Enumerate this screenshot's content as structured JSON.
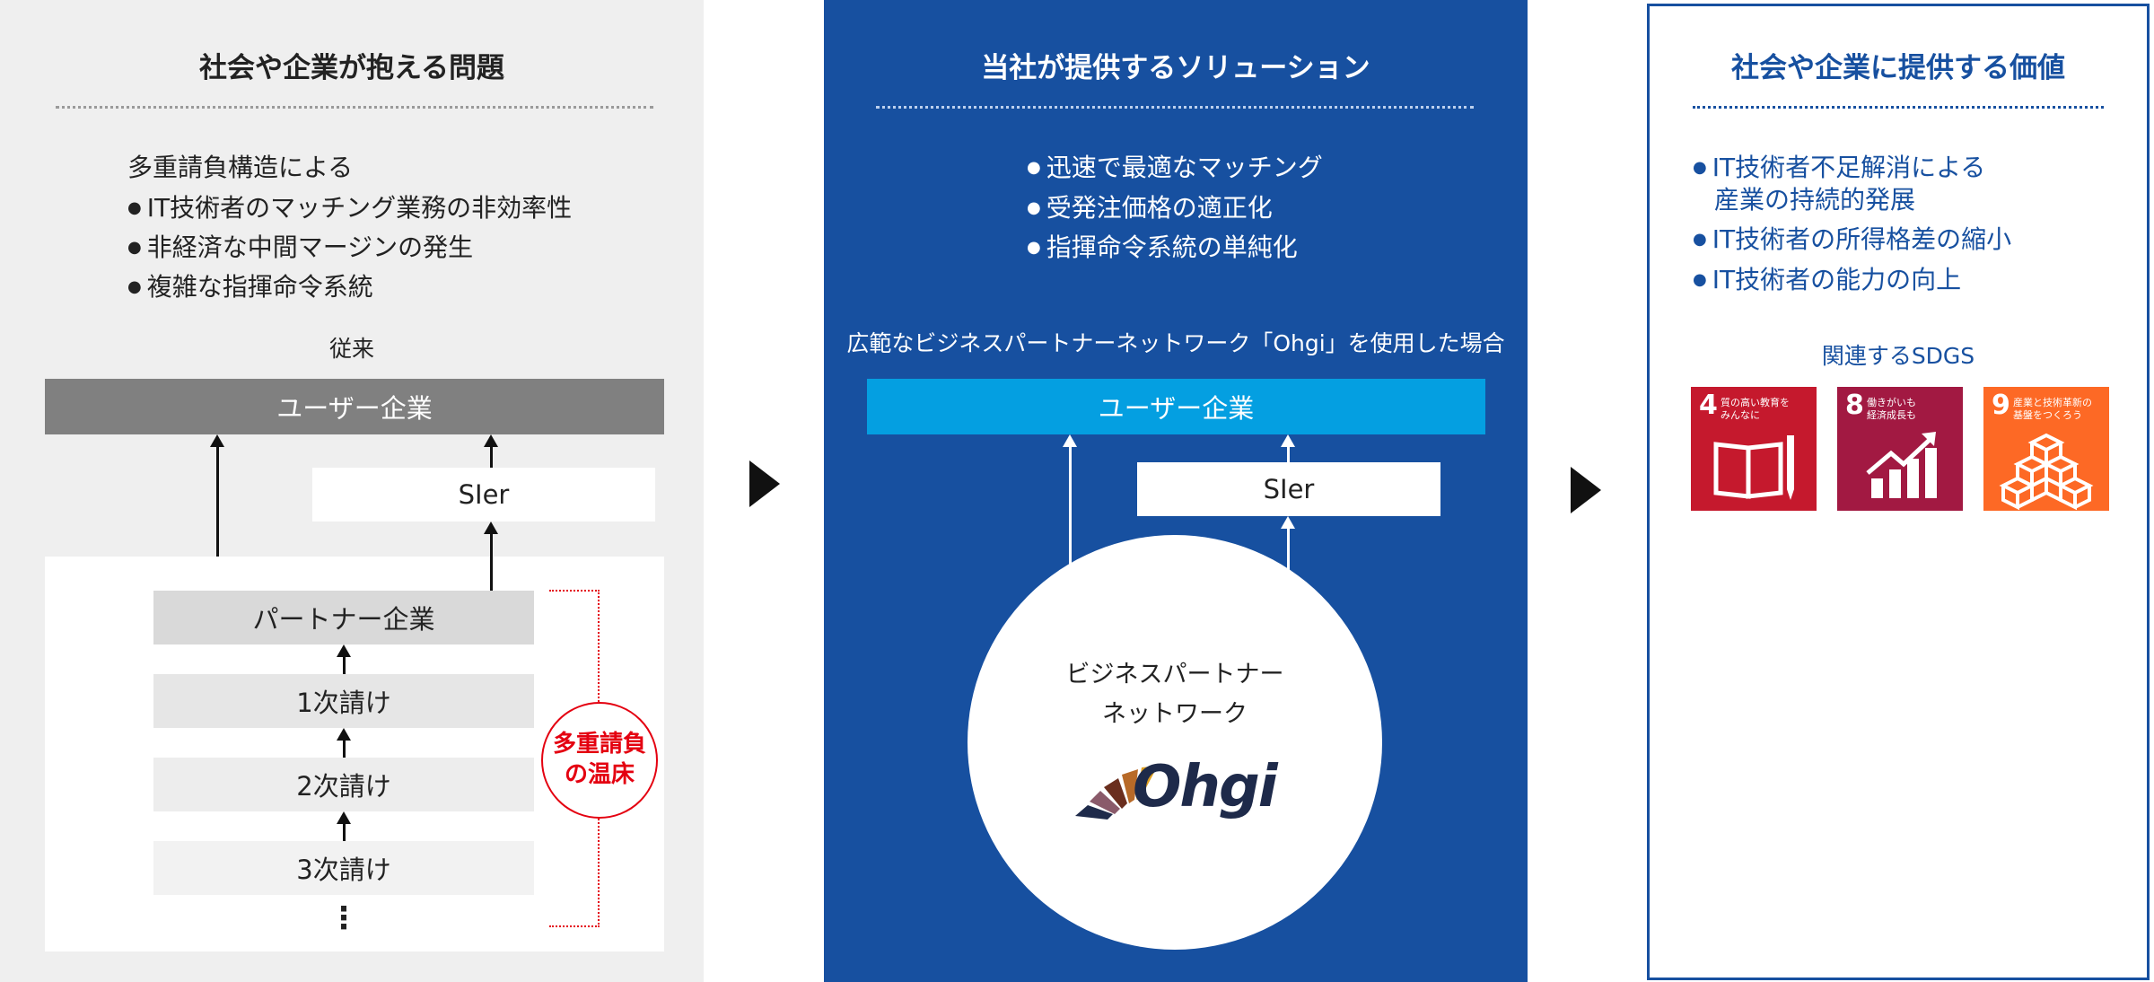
{
  "colors": {
    "panel_gray_bg": "#efefef",
    "brand_blue": "#1750a0",
    "light_blue": "#049fe1",
    "user_company_gray": "#808080",
    "partner_gray": "#d9d9d9",
    "tier_gray": "#e6e6e6",
    "red": "#e40010",
    "sdg4": "#c5192d",
    "sdg8": "#a21942",
    "sdg9": "#fd6925"
  },
  "problems": {
    "title": "社会や企業が抱える問題",
    "intro": "多重請負構造による",
    "bullets": [
      "IT技術者のマッチング業務の非効率性",
      "非経済な中間マージンの発生",
      "複雑な指揮命令系統"
    ],
    "diagram_label": "従来",
    "user_company": "ユーザー企業",
    "sier": "SIer",
    "partner": "パートナー企業",
    "tiers": [
      "1次請け",
      "2次請け",
      "3次請け"
    ],
    "ellipsis": "⋮",
    "hotbed": [
      "多重請負",
      "の温床"
    ]
  },
  "solutions": {
    "title": "当社が提供するソリューション",
    "bullets": [
      "迅速で最適なマッチング",
      "受発注価格の適正化",
      "指揮命令系統の単純化"
    ],
    "diagram_label": "広範なビジネスパートナーネットワーク「Ohgi」を使用した場合",
    "user_company": "ユーザー企業",
    "sier": "SIer",
    "network": [
      "ビジネスパートナー",
      "ネットワーク"
    ],
    "logo_text": "Ohgi"
  },
  "values": {
    "title": "社会や企業に提供する価値",
    "bullets": [
      [
        "IT技術者不足解消による",
        "産業の持続的発展"
      ],
      [
        "IT技術者の所得格差の縮小"
      ],
      [
        "IT技術者の能力の向上"
      ]
    ],
    "sdgs_label": "関連するSDGS",
    "sdgs": [
      {
        "num": "4",
        "caption": [
          "質の高い教育を",
          "みんなに"
        ],
        "color": "#c5192d",
        "icon": "book-pencil-icon"
      },
      {
        "num": "8",
        "caption": [
          "働きがいも",
          "経済成長も"
        ],
        "color": "#a21942",
        "icon": "growth-chart-icon"
      },
      {
        "num": "9",
        "caption": [
          "産業と技術革新の",
          "基盤をつくろう"
        ],
        "color": "#fd6925",
        "icon": "stacked-cubes-icon"
      }
    ]
  },
  "arrows": [
    "triangle-right-icon",
    "triangle-right-icon"
  ]
}
